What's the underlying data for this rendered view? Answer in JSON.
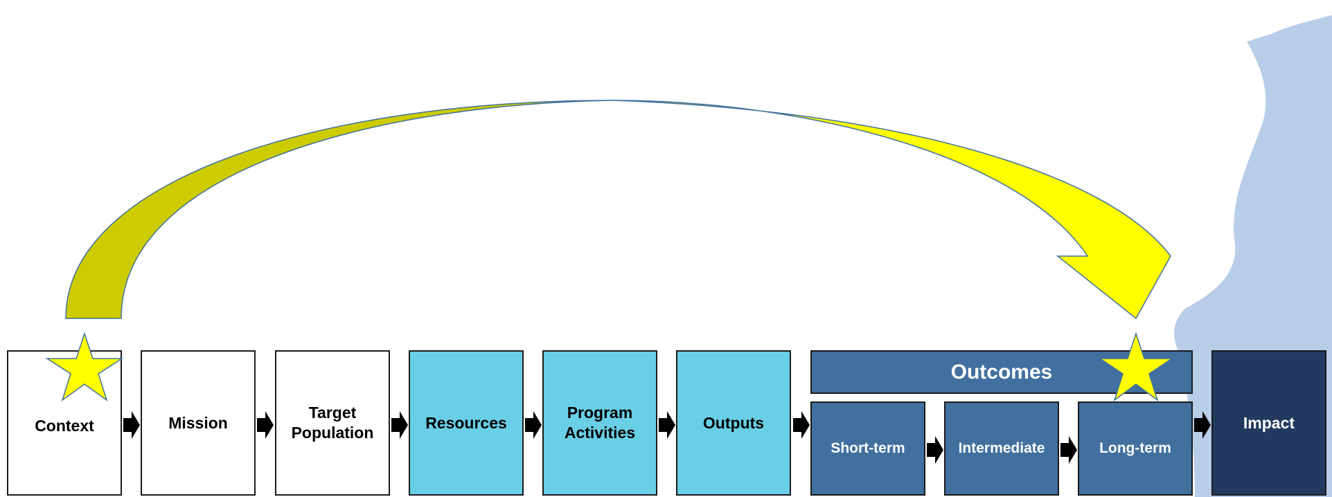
{
  "colors": {
    "white_box": "#ffffff",
    "light_blue_box": "#69cfe6",
    "mid_blue_box": "#41709e",
    "dark_blue_box": "#223a5f",
    "star": "#ffff00",
    "arc_light": "#ffff00",
    "arc_dark": "#cccc00",
    "ribbon": "#b8cde8"
  },
  "boxes": {
    "context": "Context",
    "mission": "Mission",
    "target_population": "Target\nPopulation",
    "resources": "Resources",
    "program_activities": "Program\nActivities",
    "outputs": "Outputs",
    "outcomes_header": "Outcomes",
    "short_term": "Short-term",
    "intermediate": "Intermediate",
    "long_term": "Long-term",
    "impact": "Impact"
  },
  "icons": [
    "star-icon",
    "curved-arrow-icon",
    "right-arrow-icon"
  ]
}
